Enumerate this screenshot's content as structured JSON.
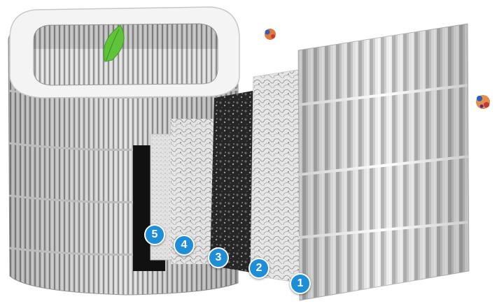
{
  "layers": [
    {
      "number": "5"
    },
    {
      "number": "4"
    },
    {
      "number": "3"
    },
    {
      "number": "2"
    },
    {
      "number": "1"
    }
  ],
  "colors": {
    "badge": "#1e8fd6",
    "leaf": "#5fc43a",
    "carbon": "#222222",
    "cotton": "#dcdcdc",
    "hepa": "#e8e8e8"
  },
  "icons": [
    "leaf-icon",
    "pollutant-particle-icon",
    "pollutant-particle-icon"
  ]
}
